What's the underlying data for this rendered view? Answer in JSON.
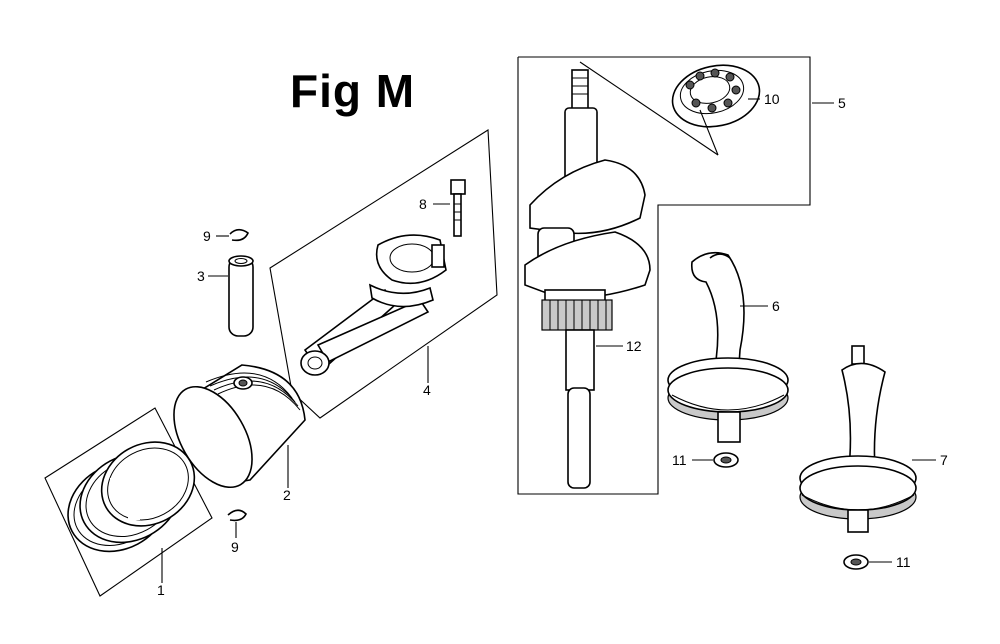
{
  "title": "Fig M",
  "callouts": {
    "piston_rings": "1",
    "piston": "2",
    "piston_pin": "3",
    "connecting_rod": "4",
    "crankshaft_assembly": "5",
    "crankshaft_6": "6",
    "crankshaft_7": "7",
    "rod_bolt": "8",
    "pin_clip_top": "9",
    "pin_clip_bottom": "9",
    "bearing": "10",
    "washer_upper": "11",
    "washer_lower": "11",
    "crankshaft": "12"
  }
}
